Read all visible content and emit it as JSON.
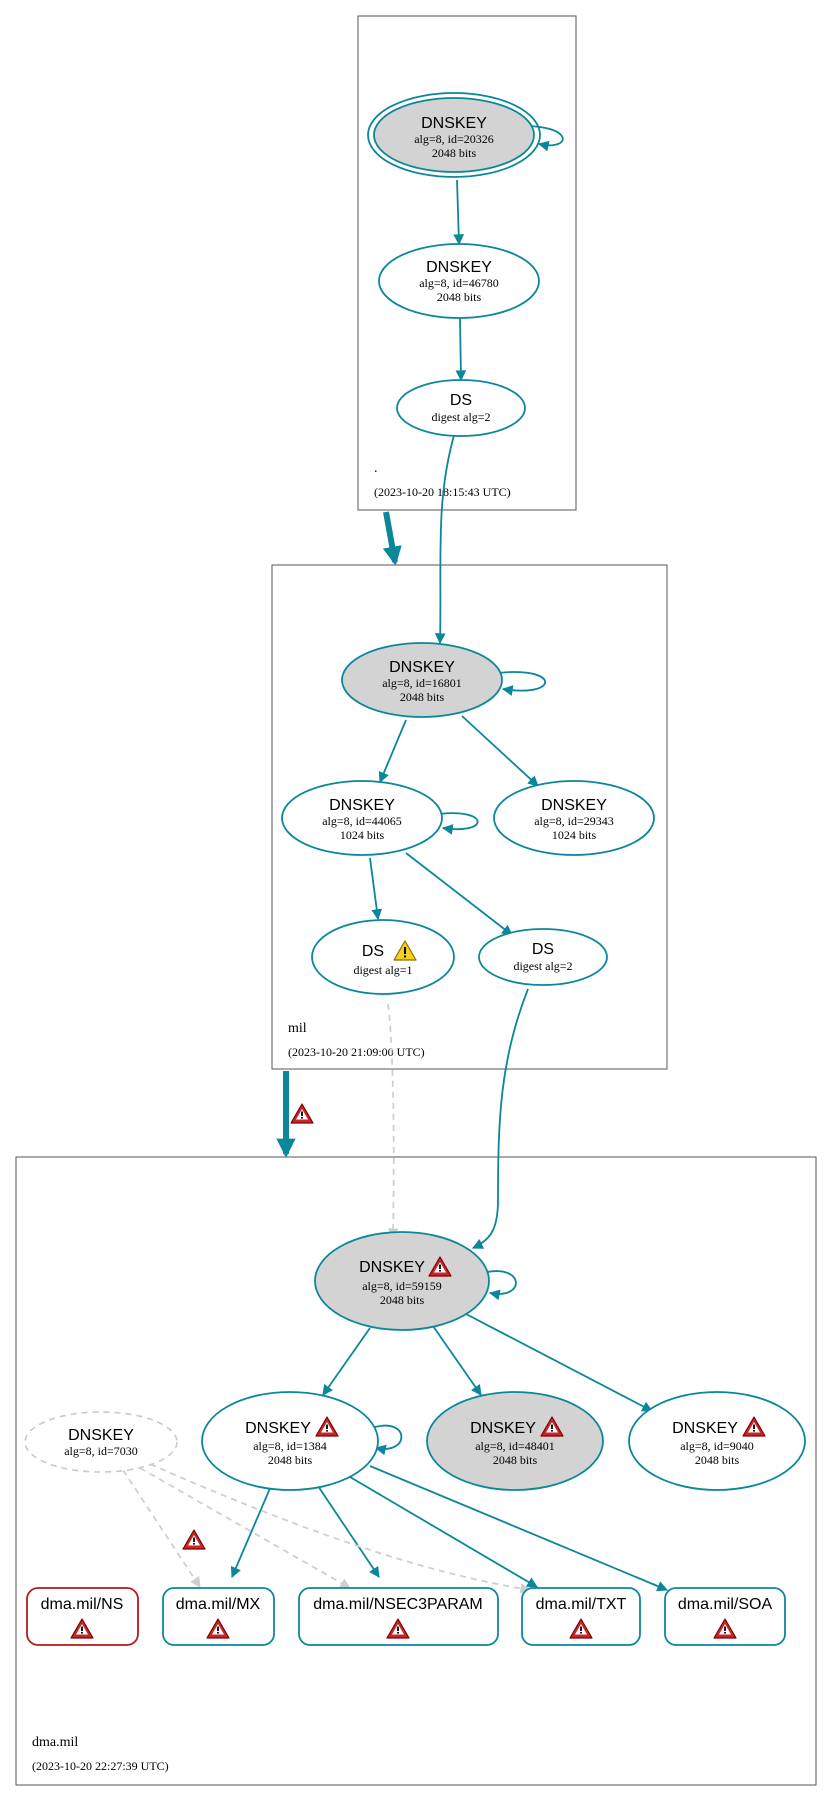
{
  "zones": {
    "root": {
      "name": ".",
      "timestamp": "(2023-10-20 18:15:43 UTC)"
    },
    "mil": {
      "name": "mil",
      "timestamp": "(2023-10-20 21:09:00 UTC)"
    },
    "dma": {
      "name": "dma.mil",
      "timestamp": "(2023-10-20 22:27:39 UTC)"
    }
  },
  "nodes": {
    "root_ksk": {
      "title": "DNSKEY",
      "line1": "alg=8, id=20326",
      "line2": "2048 bits"
    },
    "root_zsk": {
      "title": "DNSKEY",
      "line1": "alg=8, id=46780",
      "line2": "2048 bits"
    },
    "root_ds": {
      "title": "DS",
      "line1": "digest alg=2"
    },
    "mil_ksk": {
      "title": "DNSKEY",
      "line1": "alg=8, id=16801",
      "line2": "2048 bits"
    },
    "mil_zsk1": {
      "title": "DNSKEY",
      "line1": "alg=8, id=44065",
      "line2": "1024 bits"
    },
    "mil_zsk2": {
      "title": "DNSKEY",
      "line1": "alg=8, id=29343",
      "line2": "1024 bits"
    },
    "mil_ds1": {
      "title": "DS",
      "line1": "digest alg=1"
    },
    "mil_ds2": {
      "title": "DS",
      "line1": "digest alg=2"
    },
    "dma_ksk": {
      "title": "DNSKEY",
      "line1": "alg=8, id=59159",
      "line2": "2048 bits"
    },
    "dma_ghost": {
      "title": "DNSKEY",
      "line1": "alg=8, id=7030"
    },
    "dma_k1384": {
      "title": "DNSKEY",
      "line1": "alg=8, id=1384",
      "line2": "2048 bits"
    },
    "dma_k48401": {
      "title": "DNSKEY",
      "line1": "alg=8, id=48401",
      "line2": "2048 bits"
    },
    "dma_k9040": {
      "title": "DNSKEY",
      "line1": "alg=8, id=9040",
      "line2": "2048 bits"
    },
    "rr_ns": {
      "title": "dma.mil/NS"
    },
    "rr_mx": {
      "title": "dma.mil/MX"
    },
    "rr_nsec3param": {
      "title": "dma.mil/NSEC3PARAM"
    },
    "rr_txt": {
      "title": "dma.mil/TXT"
    },
    "rr_soa": {
      "title": "dma.mil/SOA"
    }
  },
  "colors": {
    "teal": "#0a879a",
    "grey_fill": "#d3d3d3",
    "error_red": "#b41a1a",
    "warning_yellow": "#f2d024",
    "dashed_grey": "#cfcfcf"
  },
  "icons": {
    "error": "error-warning-triangle-icon",
    "warning": "yellow-warning-triangle-icon"
  }
}
